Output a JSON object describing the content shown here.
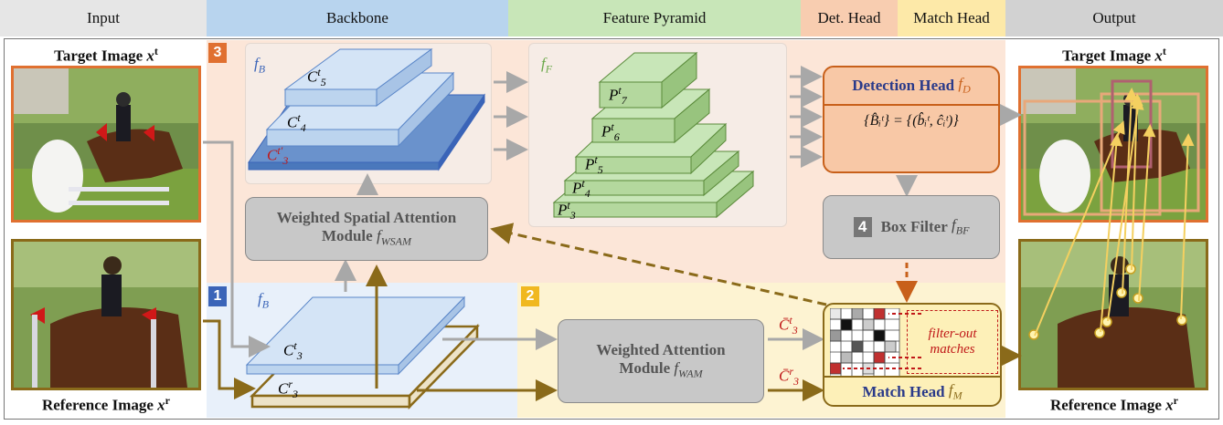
{
  "header": {
    "input": "Input",
    "backbone": "Backbone",
    "feature_pyramid": "Feature Pyramid",
    "det_head": "Det. Head",
    "match_head": "Match Head",
    "output": "Output"
  },
  "colors": {
    "input_header": "#e6e6e6",
    "backbone_header": "#b8d4ee",
    "pyramid_header": "#c8e6b8",
    "det_header": "#f8cdb0",
    "match_header": "#fde9a8",
    "output_header": "#d2d2d2",
    "stage3_bg": "#fce6d8",
    "stage1_bg": "#e8f0fa",
    "stage2_bg": "#fdf3d2",
    "target_border": "#e07030",
    "reference_border": "#8a6a1a",
    "attention_arrow": "#8a6a1a"
  },
  "badges": {
    "stage1": "1",
    "stage2": "2",
    "stage3": "3",
    "stage4": "4"
  },
  "captions": {
    "target_in": "Target Image",
    "target_in_var": "x",
    "target_in_sup": "t",
    "reference_in": "Reference Image",
    "reference_in_var": "x",
    "reference_in_sup": "r",
    "target_out": "Target Image",
    "reference_out": "Reference Image"
  },
  "labels": {
    "fB_top": "f",
    "fB_top_sub": "B",
    "fF": "f",
    "fF_sub": "F",
    "fB_bottom": "f",
    "fB_bottom_sub": "B",
    "c5": "C",
    "c5_sub": "5",
    "c5_sup": "t",
    "c4": "C",
    "c4_sub": "4",
    "c4_sup": "t",
    "c3p": "C",
    "c3p_sub": "3",
    "c3p_sup": "t′",
    "p7": "P",
    "p7_sub": "7",
    "p7_sup": "t",
    "p6": "P",
    "p6_sub": "6",
    "p6_sup": "t",
    "p5": "P",
    "p5_sub": "5",
    "p5_sup": "t",
    "p4": "P",
    "p4_sub": "4",
    "p4_sup": "t",
    "p3": "P",
    "p3_sub": "3",
    "p3_sup": "t",
    "c3t": "C",
    "c3t_sub": "3",
    "c3t_sup": "t",
    "c3r": "C",
    "c3r_sub": "3",
    "c3r_sup": "r",
    "cbar3t": "C̄",
    "cbar3t_sub": "3",
    "cbar3t_sup": "t",
    "cbar3r": "C̄",
    "cbar3r_sub": "3",
    "cbar3r_sup": "r"
  },
  "modules": {
    "wsam_line1": "Weighted Spatial Attention",
    "wsam_line2": "Module",
    "wsam_fn": "f",
    "wsam_sub": "WSAM",
    "wam_line1": "Weighted Attention",
    "wam_line2": "Module",
    "wam_fn": "f",
    "wam_sub": "WAM",
    "det_title": "Detection Head",
    "det_fn": "f",
    "det_sub": "D",
    "det_formula": "{B̂ᵢᵗ} = {(b̂ᵢᵗ, ĉᵢᵗ)}",
    "box_filter": "Box Filter",
    "box_filter_fn": "f",
    "box_filter_sub": "BF",
    "match_title": "Match Head",
    "match_fn": "f",
    "match_sub": "M",
    "filter_out_line1": "filter-out",
    "filter_out_line2": "matches"
  }
}
